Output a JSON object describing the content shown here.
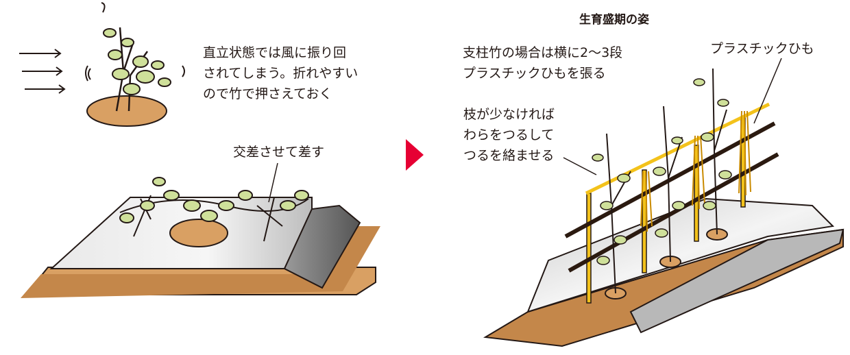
{
  "caption_heading": "生育盛期の姿",
  "labels": {
    "wind_note": [
      "直立状態では風に振り回",
      "されてしまう。折れやすい",
      "ので竹で押さえておく"
    ],
    "cross_note": "交差させて差す",
    "plastic_string": "プラスチックひも",
    "bamboo_note": [
      "支柱竹の場合は横に2〜3段",
      "プラスチックひもを張る"
    ],
    "straw_note": [
      "枝が少なければ",
      "わらをつるして",
      "つるを絡ませる"
    ]
  },
  "colors": {
    "soil": "#d9a063",
    "soil_dark": "#b97a3e",
    "mulch_light": "#f2f2f2",
    "mulch_dark": "#6b6b6b",
    "leaf": "#cfe09a",
    "arrow_red": "#e60033",
    "bamboo": "#f3c21b",
    "rope": "#2b1a10"
  },
  "icons": [
    "wind-arrows-icon",
    "progress-arrow-icon"
  ]
}
